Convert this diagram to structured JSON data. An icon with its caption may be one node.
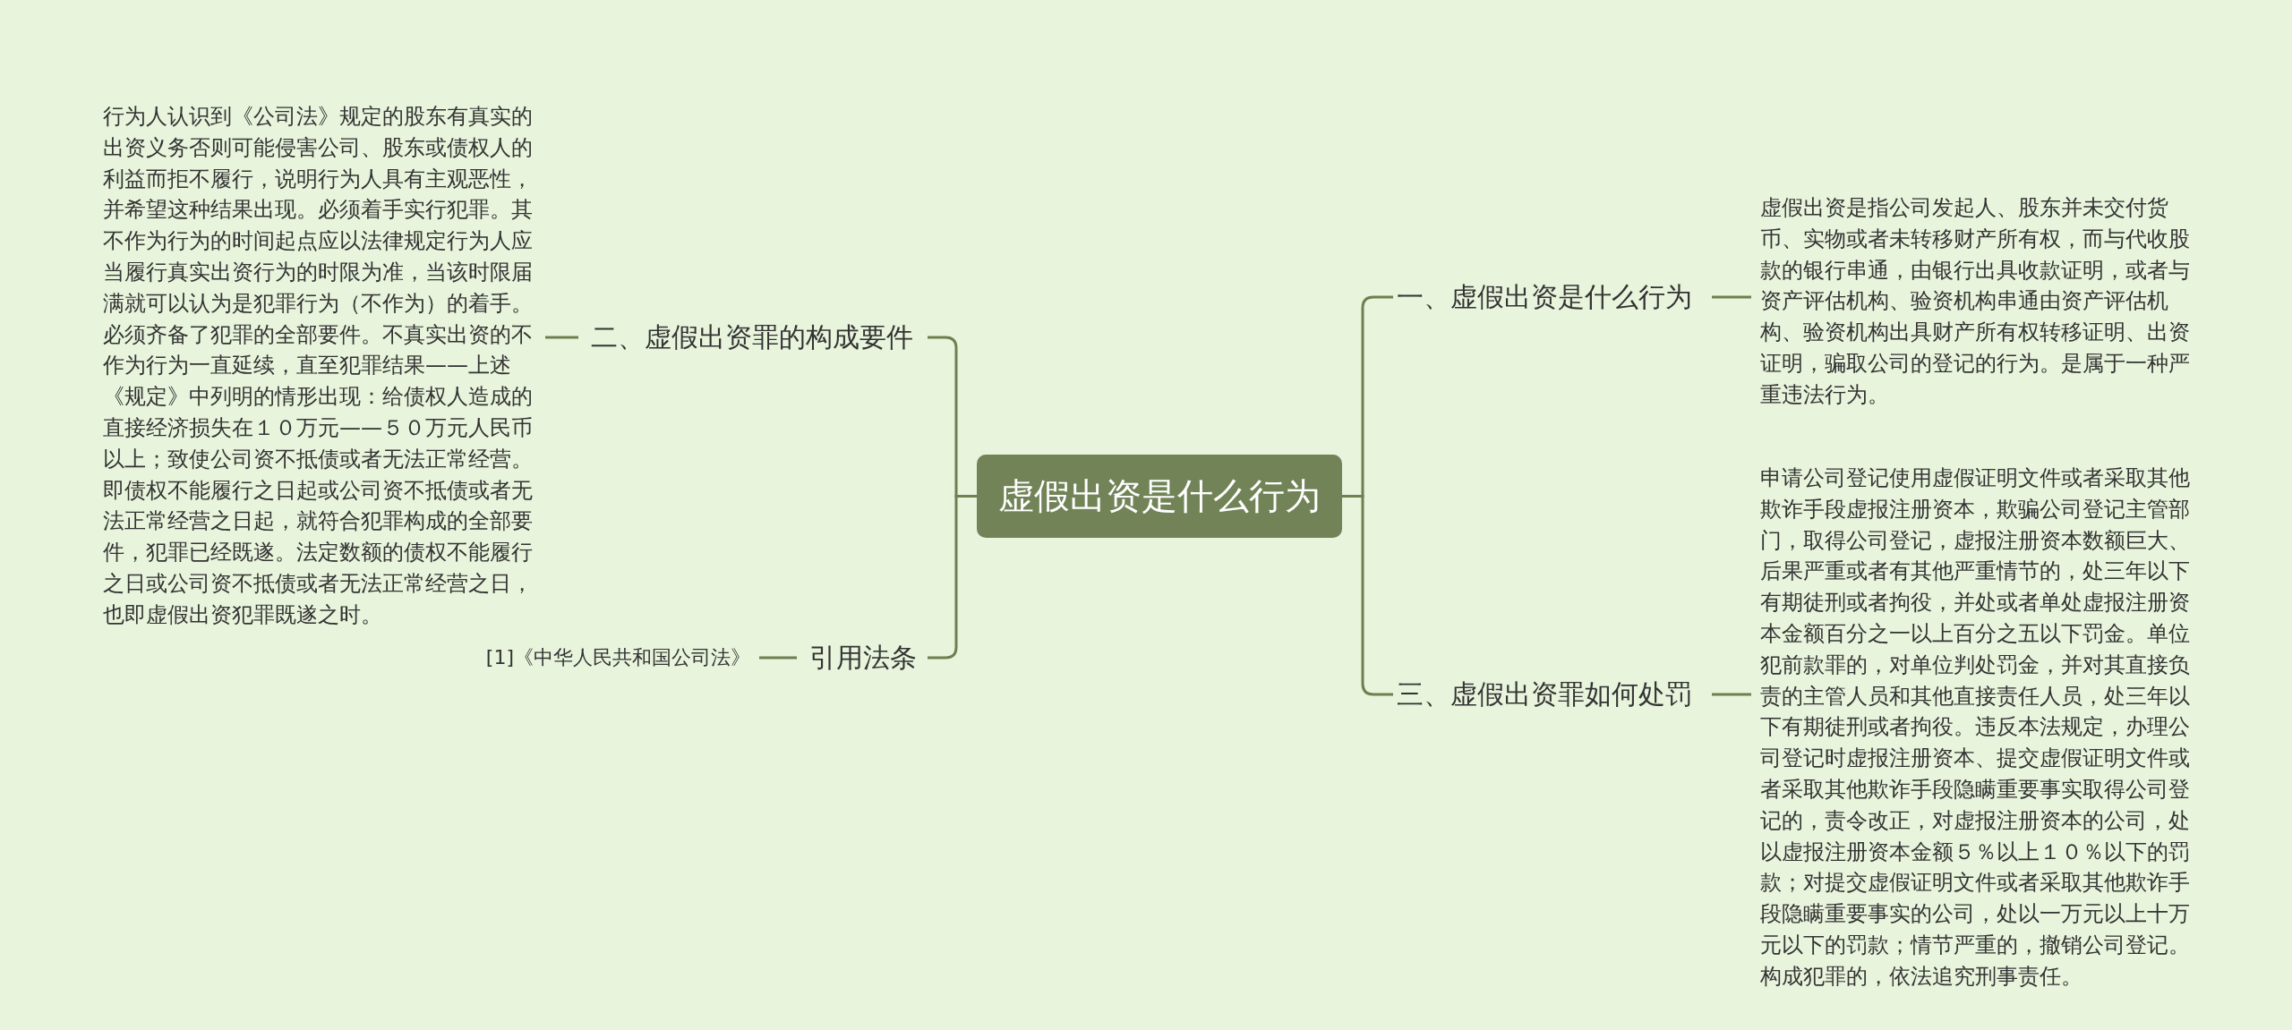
{
  "diagram": {
    "nodes": [
      {
        "text": [
          "虚假出资是什么行为"
        ]
      },
      {
        "text": [
          "二、虚假出资罪的构成要件"
        ]
      },
      {
        "text": [
          "行为人认识到《公司法》规定的股东有真实的出资义务否则可能侵害公司、股东或债权人的利益而拒不履行，说明行为人具有主观恶性，并希望这种结果出现。必须着手实行犯罪。其不作为行为的时间起点应以法律规定行为人应当履行真实出资行为的时限为准，当该时限届满就可以认为是犯罪行为（不作为）的着手。必须齐备了犯罪的全部要件。不真实出资的不作为行为一直延续，直至犯罪结果——上述《规定》中列明的情形出现：给债权人造成的直接经济损失在１０万元——５０万元人民币以上；致使公司资不抵债或者无法正常经营。即债权不能履行之日起或公司资不抵债或者无法正常经营之日起，就符合犯罪构成的全部要件，犯罪已经既遂。法定数额的债权不能履行之日或公司资不抵债或者无法正常经营之日，也即虚假出资犯罪既遂之时。"
        ]
      },
      {
        "text": [
          "引用法条"
        ]
      },
      {
        "text": [
          "[1]《中华人民共和国公司法》"
        ]
      },
      {
        "text": [
          "一、虚假出资是什么行为"
        ]
      },
      {
        "text": [
          "虚假出资是指公司发起人、股东并未交付货币、实物或者未转移财产所有权，而与代收股款的银行串通，由银行出具收款证明，或者与资产评估机构、验资机构串通由资产评估机构、验资机构出具财产所有权转移证明、出资证明，骗取公司的登记的行为。是属于一种严重违法行为。"
        ]
      },
      {
        "text": [
          "三、虚假出资罪如何处罚"
        ]
      },
      {
        "text": [
          "申请公司登记使用虚假证明文件或者采取其他欺诈手段虚报注册资本，欺骗公司登记主管部门，取得公司登记，虚报注册资本数额巨大、后果严重或者有其他严重情节的，处三年以下有期徒刑或者拘役，并处或者单处虚报注册资本金额百分之一以上百分之五以下罚金。单位犯前款罪的，对单位判处罚金，并对其直接负责的主管人员和其他直接责任人员，处三年以下有期徒刑或者拘役。违反本法规定，办理公司登记时虚报注册资本、提交虚假证明文件或者采取其他欺诈手段隐瞒重要事实取得公司登记的，责令改正，对虚报注册资本的公司，处以虚报注册资本金额５％以上１０％以下的罚款；对提交虚假证明文件或者采取其他欺诈手段隐瞒重要事实的公司，处以一万元以上十万元以下的罚款；情节严重的，撤销公司登记。构成犯罪的，依法追究刑事责任。"
        ]
      }
    ],
    "edges": [
      {
        "from": 0,
        "to": 1,
        "arrow": "none"
      },
      {
        "from": 1,
        "to": 2,
        "arrow": "none"
      },
      {
        "from": 0,
        "to": 3,
        "arrow": "none"
      },
      {
        "from": 3,
        "to": 4,
        "arrow": "none"
      },
      {
        "from": 0,
        "to": 5,
        "arrow": "none"
      },
      {
        "from": 5,
        "to": 6,
        "arrow": "none"
      },
      {
        "from": 0,
        "to": 7,
        "arrow": "none"
      },
      {
        "from": 7,
        "to": 8,
        "arrow": "none"
      }
    ]
  }
}
